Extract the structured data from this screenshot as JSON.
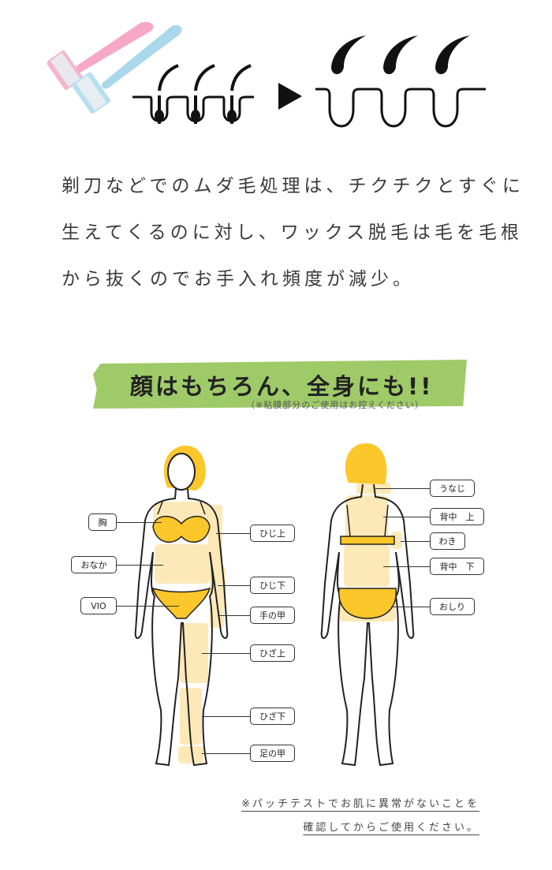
{
  "intro": {
    "line1": "剃刀などでのムダ毛処理は、チクチクとすぐに",
    "line2": "生えてくるのに対し、ワックス脱毛は毛を毛根",
    "line3": "から抜くのでお手入れ頻度が減少。"
  },
  "banner": {
    "title": "顔はもちろん、全身にも!!",
    "note": "（※粘膜部分のご使用はお控えください）",
    "color": "#9fca68"
  },
  "front_labels": {
    "mune": "胸",
    "onaka": "おなか",
    "vio": "VIO",
    "hiji_ue": "ひじ上",
    "hiji_shita": "ひじ下",
    "te_no_kou": "手の甲",
    "hiza_ue": "ひざ上",
    "hiza_shita": "ひざ下",
    "ashi_no_kou": "足の甲"
  },
  "back_labels": {
    "unaji": "うなじ",
    "senaka_ue": "背中　上",
    "waki": "わき",
    "senaka_shita": "背中　下",
    "oshiri": "おしり"
  },
  "footnote": {
    "line1": "※パッチテストでお肌に異常がないことを",
    "line2": "確認してからご使用ください。"
  },
  "colors": {
    "hair": "#fcc72a",
    "underwear": "#fcc72a",
    "highlight": "#fde9b8",
    "razor_pink": "#f6a9c6",
    "razor_blue": "#a9d8ec"
  }
}
